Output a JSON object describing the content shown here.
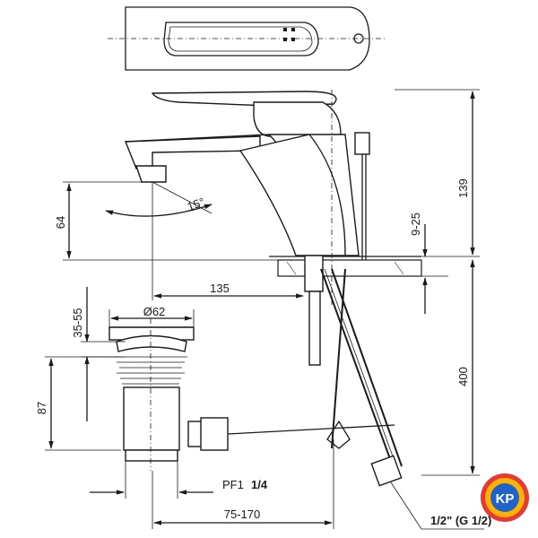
{
  "dimensions": {
    "height_total": "139",
    "spout_height": "64",
    "angle": "15°",
    "deck_thickness": "9-25",
    "reach": "135",
    "waste_diameter": "Ø62",
    "waste_range": "35-55",
    "waste_height": "87",
    "hose_length": "400",
    "connection": "PF1",
    "connection_frac": "1/4",
    "distance": "75-170",
    "inlet_thread": "1/2\" (G 1/2)"
  },
  "logo": {
    "text": "KP",
    "colors": [
      "#e53935",
      "#ffb300",
      "#1e63c9"
    ]
  }
}
